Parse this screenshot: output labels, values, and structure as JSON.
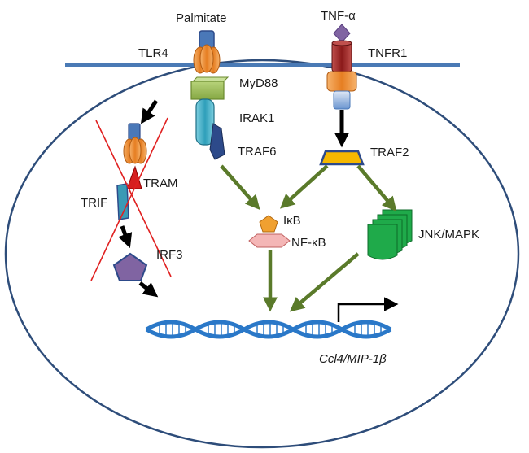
{
  "labels": {
    "palmitate": "Palmitate",
    "tnf": "TNF-α",
    "tlr4": "TLR4",
    "tnfr1": "TNFR1",
    "myd88": "MyD88",
    "irak1": "IRAK1",
    "traf6": "TRAF6",
    "traf2": "TRAF2",
    "tram": "TRAM",
    "trif": "TRIF",
    "irf3": "IRF3",
    "ikb": "IκB",
    "nfkb": "NF-κB",
    "jnk": "JNK/MAPK",
    "gene": "Ccl4/MIP-1β"
  },
  "colors": {
    "membrane": "#4a7ab5",
    "cell_outline": "#2e4d7a",
    "tlr4_blue": "#4a78b8",
    "tlr4_orange": "#f0913a",
    "myd88_green": "#9bbb59",
    "irak1_teal": "#4bacc6",
    "traf6_navy": "#2d4a8a",
    "tnf_purple": "#8064a2",
    "tnfr1_red": "#a52a2a",
    "traf2_yellow": "#f5b800",
    "ikb_orange": "#f0a030",
    "nfkb_pink": "#f4b6b6",
    "jnk_green": "#1faa4a",
    "arrow_green": "#5a7a2a",
    "cross_red": "#e02020",
    "dna_blue": "#2a78c8"
  }
}
